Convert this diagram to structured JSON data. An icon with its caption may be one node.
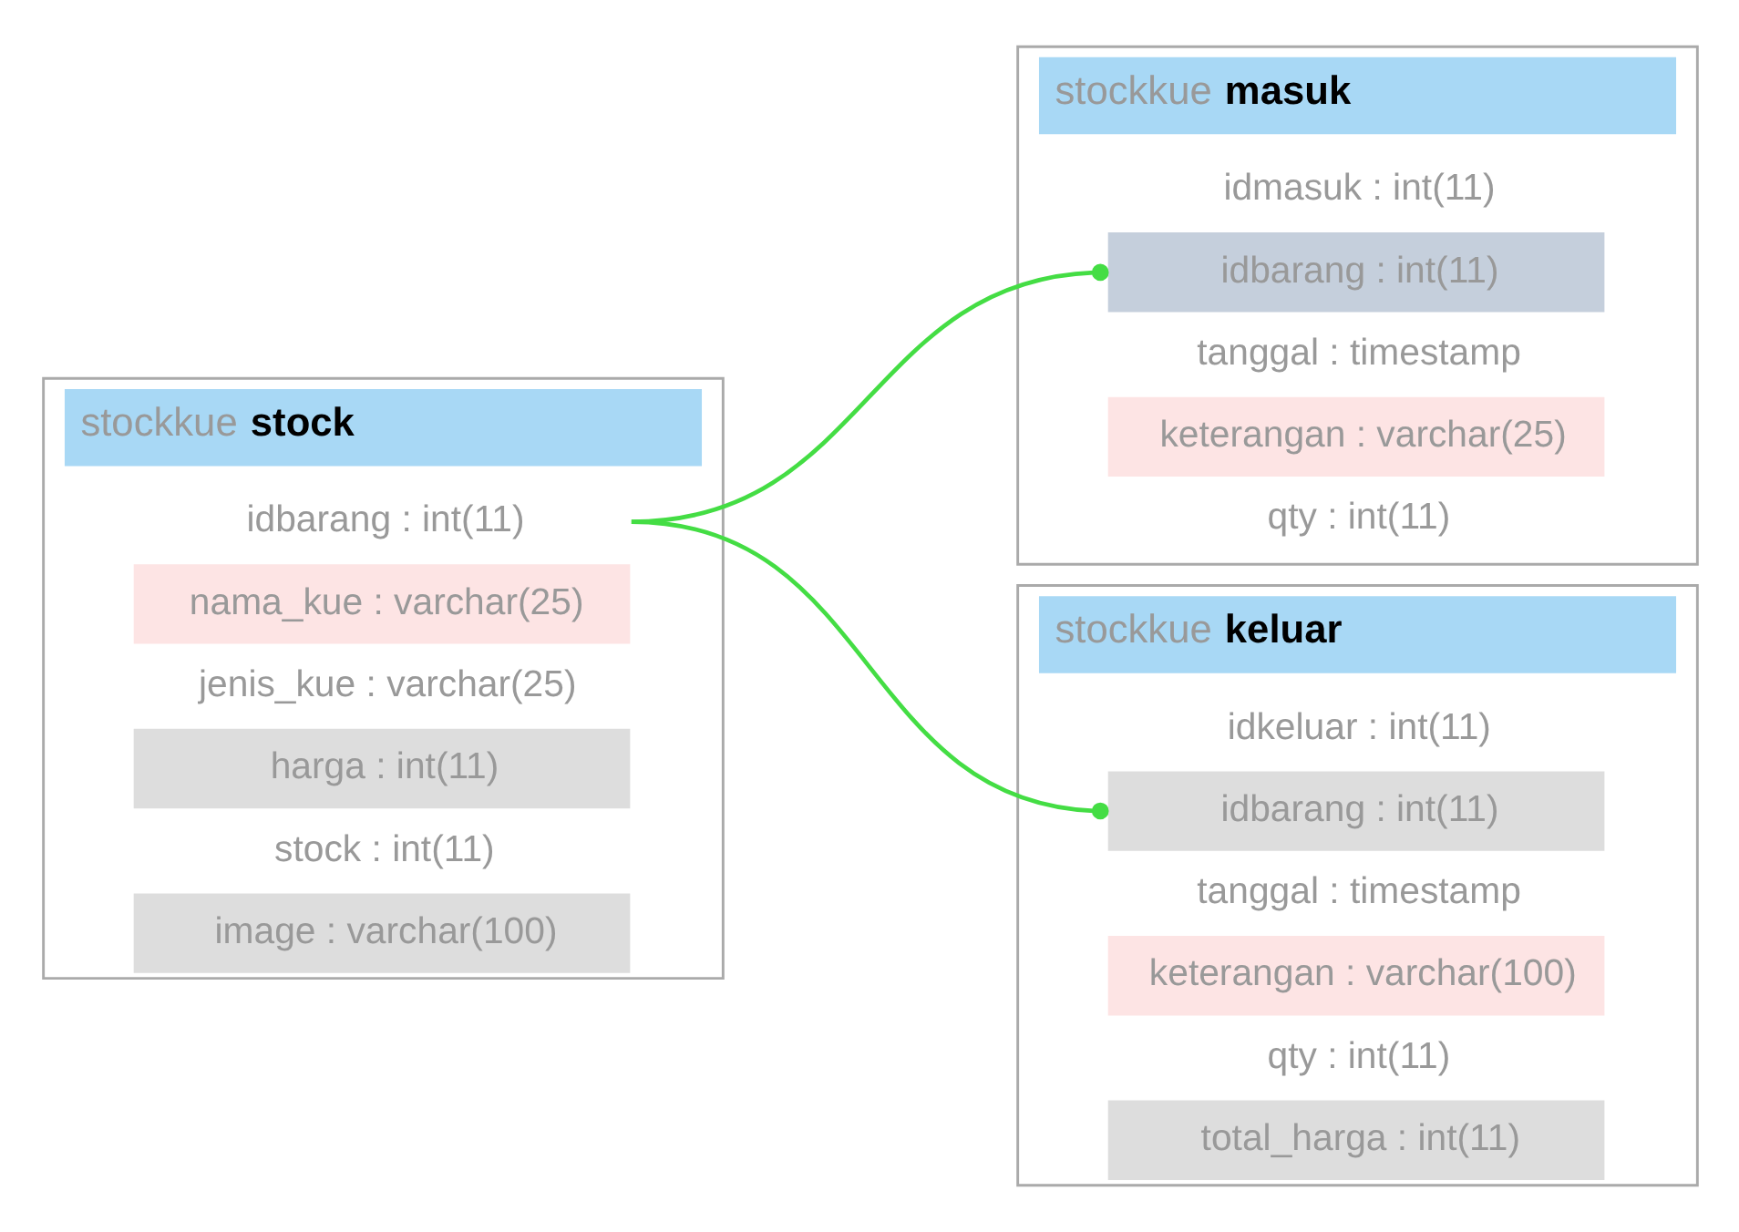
{
  "diagram": {
    "nodes": [
      {
        "text": [
          "stockkue **stock**"
        ]
      },
      {
        "text": [
          "idbarang : int(11)"
        ],
        "in": 0
      },
      {
        "text": [
          "nama_kue : varchar(25)"
        ],
        "in": 0
      },
      {
        "text": [
          "jenis_kue : varchar(25)"
        ],
        "in": 0
      },
      {
        "text": [
          "harga : int(11)"
        ],
        "in": 0
      },
      {
        "text": [
          "stock : int(11)"
        ],
        "in": 0
      },
      {
        "text": [
          "image : varchar(100)"
        ],
        "in": 0
      },
      {
        "text": [
          "stockkue **masuk**"
        ]
      },
      {
        "text": [
          "idmasuk : int(11)"
        ],
        "in": 7
      },
      {
        "text": [
          "idbarang : int(11)"
        ],
        "in": 7
      },
      {
        "text": [
          "tanggal : timestamp"
        ],
        "in": 7
      },
      {
        "text": [
          "keterangan : varchar(25)"
        ],
        "in": 7
      },
      {
        "text": [
          "qty : int(11)"
        ],
        "in": 7
      },
      {
        "text": [
          "stockkue **keluar**"
        ]
      },
      {
        "text": [
          "idkeluar : int(11)"
        ],
        "in": 13
      },
      {
        "text": [
          "idbarang : int(11)"
        ],
        "in": 13
      },
      {
        "text": [
          "tanggal : timestamp"
        ],
        "in": 13
      },
      {
        "text": [
          "keterangan : varchar(100)"
        ],
        "in": 13
      },
      {
        "text": [
          "qty : int(11)"
        ],
        "in": 13
      },
      {
        "text": [
          "total_harga : int(11)"
        ],
        "in": 13
      }
    ],
    "edges": [
      {
        "from": 1,
        "to": 9,
        "arrow": "other"
      },
      {
        "from": 1,
        "to": 15,
        "arrow": "other"
      }
    ]
  }
}
